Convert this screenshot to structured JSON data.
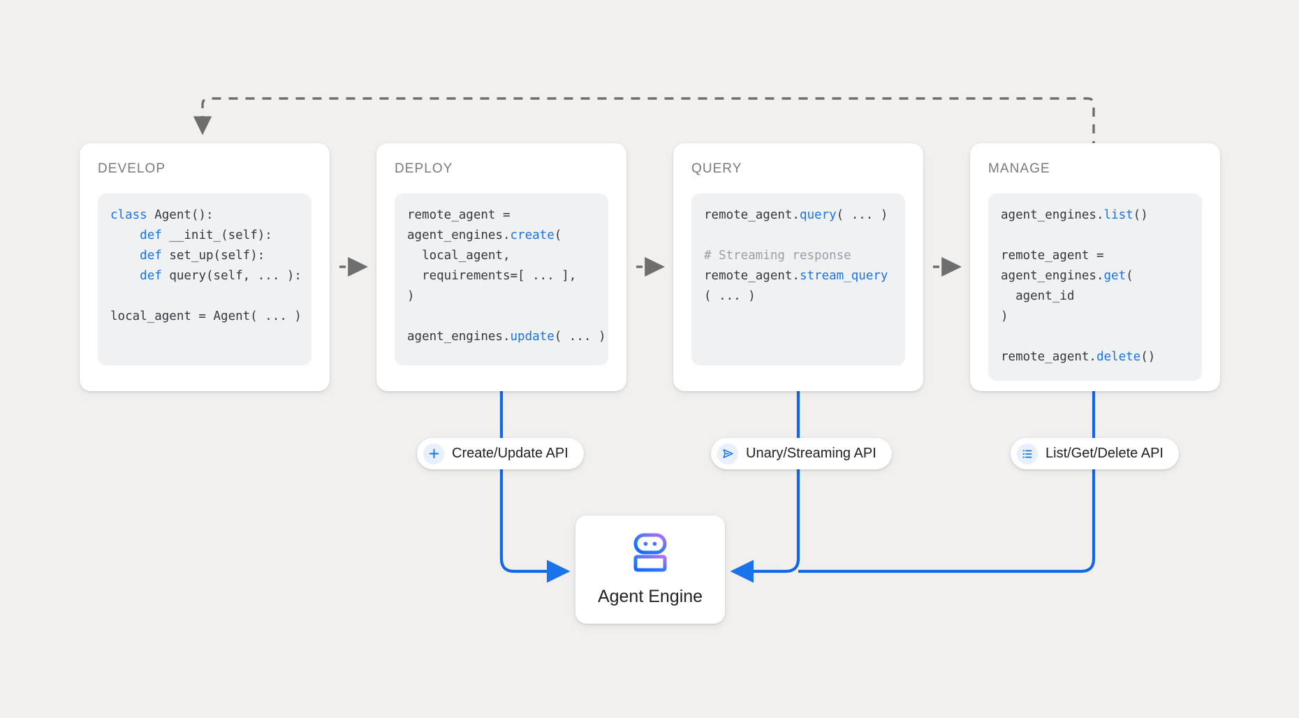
{
  "diagram": {
    "background_color": "#f1f0ee",
    "accent_blue": "#1a73e8",
    "flow_arrow_color": "#6e6e6e",
    "stages": [
      {
        "id": "develop",
        "title": "DEVELOP",
        "code_lines": [
          [
            {
              "t": "class ",
              "s": "kw"
            },
            {
              "t": "Agent():",
              "s": ""
            }
          ],
          [
            {
              "t": "    ",
              "s": ""
            },
            {
              "t": "def ",
              "s": "kw"
            },
            {
              "t": "__init_(self):",
              "s": ""
            }
          ],
          [
            {
              "t": "    ",
              "s": ""
            },
            {
              "t": "def ",
              "s": "kw"
            },
            {
              "t": "set_up(self):",
              "s": ""
            }
          ],
          [
            {
              "t": "    ",
              "s": ""
            },
            {
              "t": "def ",
              "s": "kw"
            },
            {
              "t": "query(self, ... ):",
              "s": ""
            }
          ],
          [
            {
              "t": "",
              "s": ""
            }
          ],
          [
            {
              "t": "local_agent = Agent( ... )",
              "s": ""
            }
          ]
        ]
      },
      {
        "id": "deploy",
        "title": "DEPLOY",
        "code_lines": [
          [
            {
              "t": "remote_agent =",
              "s": ""
            }
          ],
          [
            {
              "t": "agent_engines.",
              "s": ""
            },
            {
              "t": "create",
              "s": "fn"
            },
            {
              "t": "(",
              "s": ""
            }
          ],
          [
            {
              "t": "  local_agent,",
              "s": ""
            }
          ],
          [
            {
              "t": "  requirements=[ ... ],",
              "s": ""
            }
          ],
          [
            {
              "t": ")",
              "s": ""
            }
          ],
          [
            {
              "t": "",
              "s": ""
            }
          ],
          [
            {
              "t": "agent_engines.",
              "s": ""
            },
            {
              "t": "update",
              "s": "fn"
            },
            {
              "t": "( ... )",
              "s": ""
            }
          ]
        ]
      },
      {
        "id": "query",
        "title": "QUERY",
        "code_lines": [
          [
            {
              "t": "remote_agent.",
              "s": ""
            },
            {
              "t": "query",
              "s": "fn"
            },
            {
              "t": "( ... )",
              "s": ""
            }
          ],
          [
            {
              "t": "",
              "s": ""
            }
          ],
          [
            {
              "t": "# Streaming response",
              "s": "cm"
            }
          ],
          [
            {
              "t": "remote_agent.",
              "s": ""
            },
            {
              "t": "stream_query",
              "s": "fn"
            }
          ],
          [
            {
              "t": "( ... )",
              "s": ""
            }
          ]
        ]
      },
      {
        "id": "manage",
        "title": "MANAGE",
        "code_lines": [
          [
            {
              "t": "agent_engines.",
              "s": ""
            },
            {
              "t": "list",
              "s": "fn"
            },
            {
              "t": "()",
              "s": ""
            }
          ],
          [
            {
              "t": "",
              "s": ""
            }
          ],
          [
            {
              "t": "remote_agent =",
              "s": ""
            }
          ],
          [
            {
              "t": "agent_engines.",
              "s": ""
            },
            {
              "t": "get",
              "s": "fn"
            },
            {
              "t": "(",
              "s": ""
            }
          ],
          [
            {
              "t": "  agent_id",
              "s": ""
            }
          ],
          [
            {
              "t": ")",
              "s": ""
            }
          ],
          [
            {
              "t": "",
              "s": ""
            }
          ],
          [
            {
              "t": "remote_agent.",
              "s": ""
            },
            {
              "t": "delete",
              "s": "fn"
            },
            {
              "t": "()",
              "s": ""
            }
          ]
        ]
      }
    ],
    "api_pills": [
      {
        "id": "create",
        "label": "Create/Update API",
        "icon": "plus-icon"
      },
      {
        "id": "unary",
        "label": "Unary/Streaming API",
        "icon": "send-icon"
      },
      {
        "id": "list",
        "label": "List/Get/Delete API",
        "icon": "list-icon"
      }
    ],
    "agent_engine": {
      "label": "Agent Engine",
      "icon": "robot-icon",
      "icon_gradient_from": "#1a73e8",
      "icon_gradient_to": "#a96cf5"
    }
  }
}
